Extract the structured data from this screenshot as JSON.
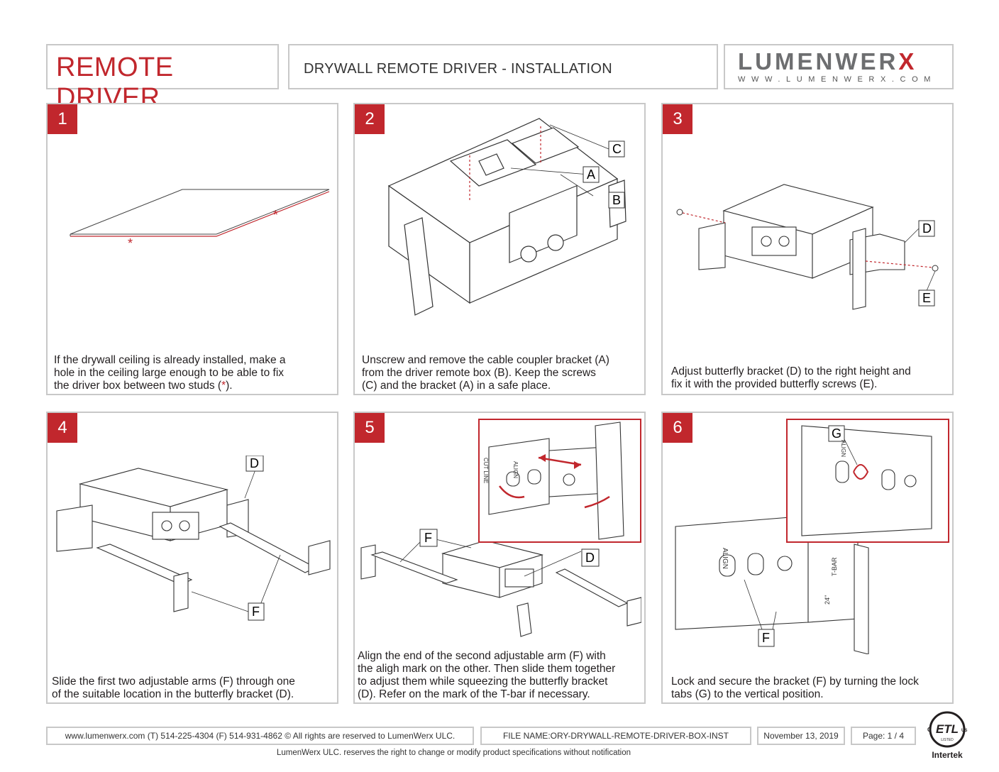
{
  "header": {
    "title": "REMOTE DRIVER",
    "subtitle": "DRYWALL REMOTE DRIVER - INSTALLATION",
    "logo_word_a": "LUMENWER",
    "logo_word_x": "X",
    "logo_url": "WWW.LUMENWERX.COM"
  },
  "steps": [
    {
      "number": "1",
      "caption_a": "If the drywall ceiling is already installed, make a",
      "caption_b": "hole in the ceiling large enough to be able to fix",
      "caption_c": "the driver box between two studs (",
      "caption_star": "*",
      "caption_d": ").",
      "marks": [
        "*",
        "*"
      ]
    },
    {
      "number": "2",
      "caption_a": "Unscrew and remove the cable coupler bracket (A)",
      "caption_b": "from the driver remote box (B). Keep the screws",
      "caption_c": "(C) and the bracket (A) in a safe place.",
      "callouts": [
        "C",
        "A",
        "B"
      ]
    },
    {
      "number": "3",
      "caption_a": "Adjust butterfly bracket (D) to the right height and",
      "caption_b": "fix it with the provided butterfly screws (E).",
      "callouts": [
        "D",
        "E"
      ]
    },
    {
      "number": "4",
      "caption_a": "Slide the first two adjustable arms (F) through one",
      "caption_b": "of  the suitable location in the butterfly bracket (D).",
      "callouts": [
        "D",
        "F"
      ]
    },
    {
      "number": "5",
      "caption_a": "Align the end of the second adjustable arm (F) with",
      "caption_b": "the aligh mark on the other. Then slide them together",
      "caption_c": "to adjust them while squeezing the butterfly bracket",
      "caption_d": "(D). Refer on the mark of the T-bar if necessary.",
      "callouts": [
        "F",
        "D"
      ]
    },
    {
      "number": "6",
      "caption_a": "Lock and secure the bracket (F) by turning the lock",
      "caption_b": "tabs (G) to the vertical position.",
      "callouts": [
        "G",
        "F"
      ]
    }
  ],
  "bracket_labels": {
    "align": "ALIGN",
    "cut_line": "CUT LINE",
    "tbar": "T-BAR",
    "size": "24\""
  },
  "footer": {
    "contact": "www.lumenwerx.com  (T) 514-225-4304  (F) 514-931-4862 © All rights are reserved to LumenWerx ULC.",
    "file_name": "FILE NAME:ORY-DRYWALL-REMOTE-DRIVER-BOX-INST",
    "date": "November 13, 2019",
    "page": "Page: 1 / 4",
    "note": "LumenWerx ULC. reserves the right to change or modify product specifications without notification",
    "cert_mark": "ETL",
    "cert_small": "LISTED",
    "cert_left": "C",
    "cert_right": "US",
    "cert_name": "Intertek"
  },
  "colors": {
    "accent": "#c1272d",
    "border": "#c8c8c8",
    "text": "#231f20"
  }
}
